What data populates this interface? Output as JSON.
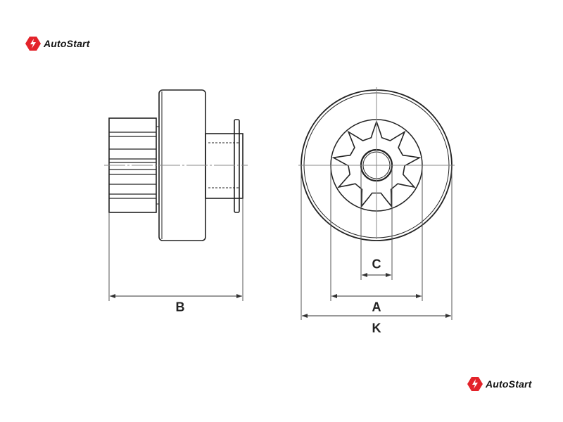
{
  "logo_top": {
    "text": "AutoStart"
  },
  "logo_bottom": {
    "text": "AutoStart"
  },
  "brand_color": "#e3232a",
  "dimensions": {
    "B": "B",
    "C": "C",
    "A": "A",
    "K": "K"
  }
}
